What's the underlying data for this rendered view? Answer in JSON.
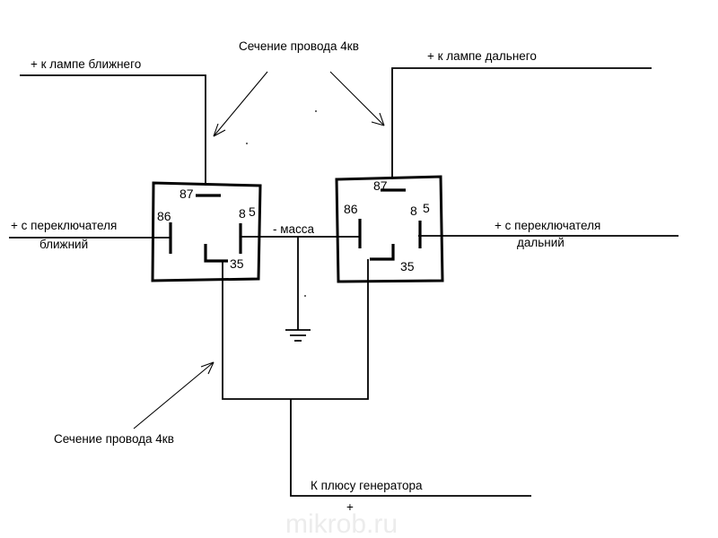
{
  "labels": {
    "top_section": "Сечение провода 4кв",
    "bottom_section": "Сечение провода 4кв",
    "low_lamp": "+ к лампе ближнего",
    "high_lamp": "+ к лампе дальнего",
    "left_switch_line1": "+ с переключателя",
    "left_switch_line2": "ближний",
    "right_switch_line1": "+ с переключателя",
    "right_switch_line2": "дальний",
    "ground": "- масса",
    "generator": "К плюсу генератора",
    "generator_plus": "+",
    "watermark": "mikrob.ru"
  },
  "relay_left": {
    "pin_87": "87",
    "pin_86": "86",
    "pin_85_a": "8",
    "pin_85_b": "5",
    "pin_35": "35"
  },
  "relay_right": {
    "pin_87": "87",
    "pin_86": "86",
    "pin_85_a": "8",
    "pin_85_b": "5",
    "pin_35": "35"
  }
}
